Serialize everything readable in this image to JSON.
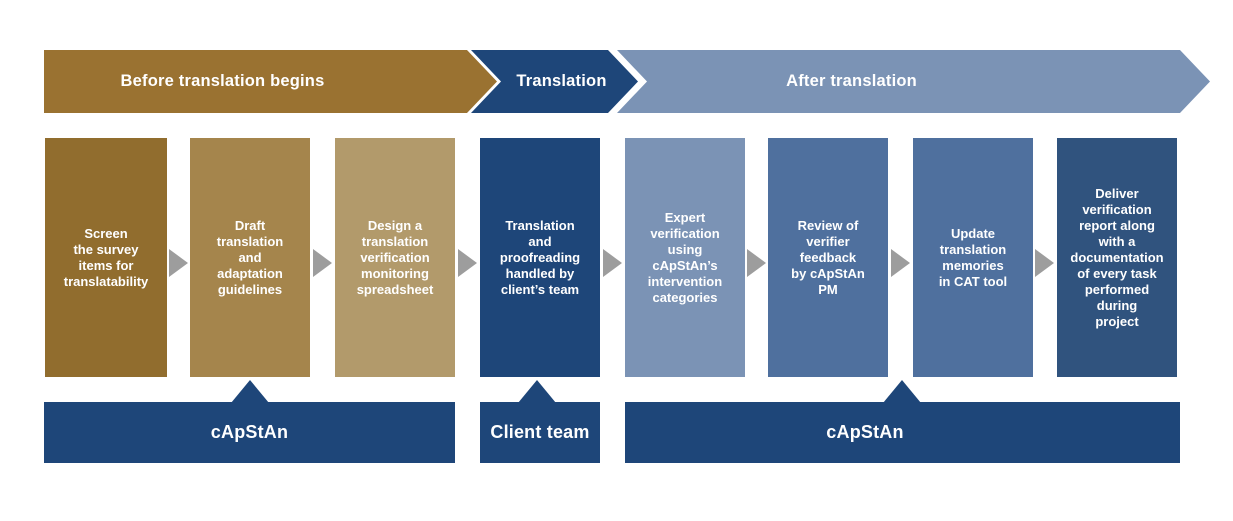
{
  "diagram": {
    "background": "#ffffff",
    "text_color": "#ffffff",
    "flow_arrow_color": "#9D9D9D"
  },
  "phases": [
    {
      "label": "Before translation begins",
      "color": "#9A7231"
    },
    {
      "label": "Translation",
      "color": "#1E4679"
    },
    {
      "label": "After translation",
      "color": "#7B93B5"
    }
  ],
  "steps": [
    {
      "label": "Screen\nthe survey\nitems for\ntranslatability",
      "color": "#916D2E",
      "phase": "Before translation begins"
    },
    {
      "label": "Draft\ntranslation\nand\nadaptation\nguidelines",
      "color": "#A5854C",
      "phase": "Before translation begins"
    },
    {
      "label": "Design a\ntranslation\nverification\nmonitoring\nspreadsheet",
      "color": "#B29A6B",
      "phase": "Before translation begins"
    },
    {
      "label": "Translation\nand\nproofreading\nhandled by\nclient’s team",
      "color": "#1E4679",
      "phase": "Translation"
    },
    {
      "label": "Expert\nverification\nusing\ncApStAn’s\nintervention\ncategories",
      "color": "#7B93B5",
      "phase": "After translation"
    },
    {
      "label": "Review of\nverifier\nfeedback\nby cApStAn\nPM",
      "color": "#4F709E",
      "phase": "After translation"
    },
    {
      "label": "Update\ntranslation\nmemories\nin CAT tool",
      "color": "#4F709E",
      "phase": "After translation"
    },
    {
      "label": "Deliver\nverification\nreport along\nwith a\ndocumentation\nof every task\nperformed\nduring\nproject",
      "color": "#30537E",
      "phase": "After translation"
    }
  ],
  "teams": [
    {
      "label": "cApStAn",
      "color": "#1E4679"
    },
    {
      "label": "Client team",
      "color": "#1E4679"
    },
    {
      "label": "cApStAn",
      "color": "#1E4679"
    }
  ]
}
